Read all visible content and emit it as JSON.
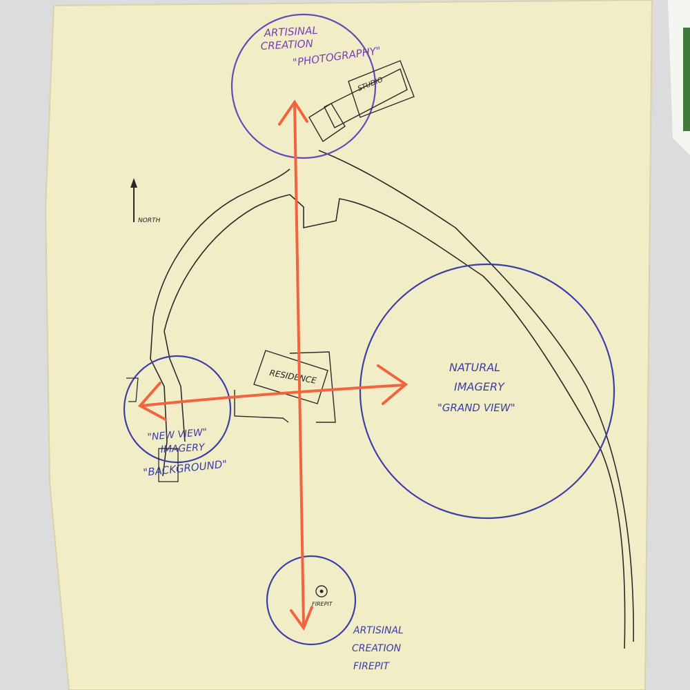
{
  "colors": {
    "paper": "#f1edc7",
    "wall": "#dcdcdf",
    "purple_marker": "#7a3fb8",
    "blue_marker": "#3b3ea6",
    "orange_marker": "#f2643f",
    "pen": "#2a2a2a"
  },
  "zones": {
    "top": {
      "line1": "ARTISINAL",
      "line2": "CREATION",
      "line3": "\"PHOTOGRAPHY\"",
      "building": "STUDIO"
    },
    "left": {
      "line1": "\"NEW VIEW\"",
      "line2": "IMAGERY",
      "line3": "\"BACKGROUND\""
    },
    "right": {
      "line1": "NATURAL",
      "line2": "IMAGERY",
      "line3": "\"GRAND VIEW\""
    },
    "bottom": {
      "feature": "FIREPIT",
      "line1": "ARTISINAL",
      "line2": "CREATION",
      "line3": "FIREPIT"
    }
  },
  "center_building": "RESIDENCE",
  "north_label": "NORTH"
}
